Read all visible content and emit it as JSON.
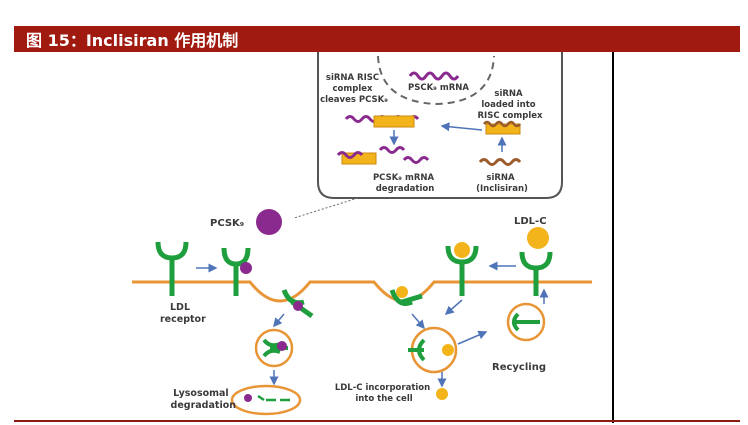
{
  "header": {
    "title": "图 15：Inclisiran 作用机制"
  },
  "diagram": {
    "labels": {
      "risc_cleaves": [
        "siRNA RISC",
        "complex",
        "cleaves PCSK₉"
      ],
      "pcsk9_mrna": "PSCK₉ mRNA",
      "sirna_loaded": [
        "siRNA",
        "loaded into",
        "RISC complex"
      ],
      "mrna_degradation": [
        "PCSK₉ mRNA",
        "degradation"
      ],
      "sirna_inclisiran": [
        "siRNA",
        "(Inclisiran)"
      ],
      "pcsk9": "PCSK₉",
      "ldlc": "LDL-C",
      "ldl_receptor": [
        "LDL",
        "receptor"
      ],
      "lysosomal": [
        "Lysosomal",
        "degradation"
      ],
      "ldlc_incorporation": [
        "LDL-C incorporation",
        "into the cell"
      ],
      "recycling": "Recycling"
    },
    "colors": {
      "receptor": "#1e9e3c",
      "membrane": "#e89536",
      "pcsk9": "#8b2a8e",
      "ldlc": "#f2b41a",
      "arrow": "#4f74b8",
      "risc": "#f2b41a",
      "sirna": "#9b5a2a"
    }
  }
}
